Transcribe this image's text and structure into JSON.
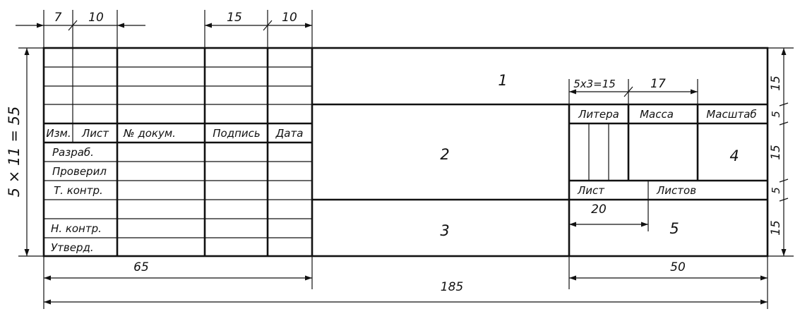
{
  "columns": [
    "Изм.",
    "Лист",
    "№ докум.",
    "Подпись",
    "Дата"
  ],
  "rows": [
    "Разраб.",
    "Проверил",
    "Т. контр.",
    "Н. контр.",
    "Утверд."
  ],
  "zones": {
    "z1": "1",
    "z2": "2",
    "z3": "3",
    "z4": "4",
    "z5": "5"
  },
  "right_headers": {
    "litera": "Литера",
    "massa": "Масса",
    "masshtab": "Масштаб",
    "list": "Лист",
    "listov": "Листов"
  },
  "dims": {
    "d7": "7",
    "d10a": "10",
    "d15": "15",
    "d10b": "10",
    "d5x3": "5x3=15",
    "d17": "17",
    "d20": "20",
    "d65": "65",
    "d185": "185",
    "d50": "50",
    "d55": "5 × 11 = 55",
    "r15a": "15",
    "r5a": "5",
    "r15b": "15",
    "r5b": "5",
    "r15c": "15"
  }
}
